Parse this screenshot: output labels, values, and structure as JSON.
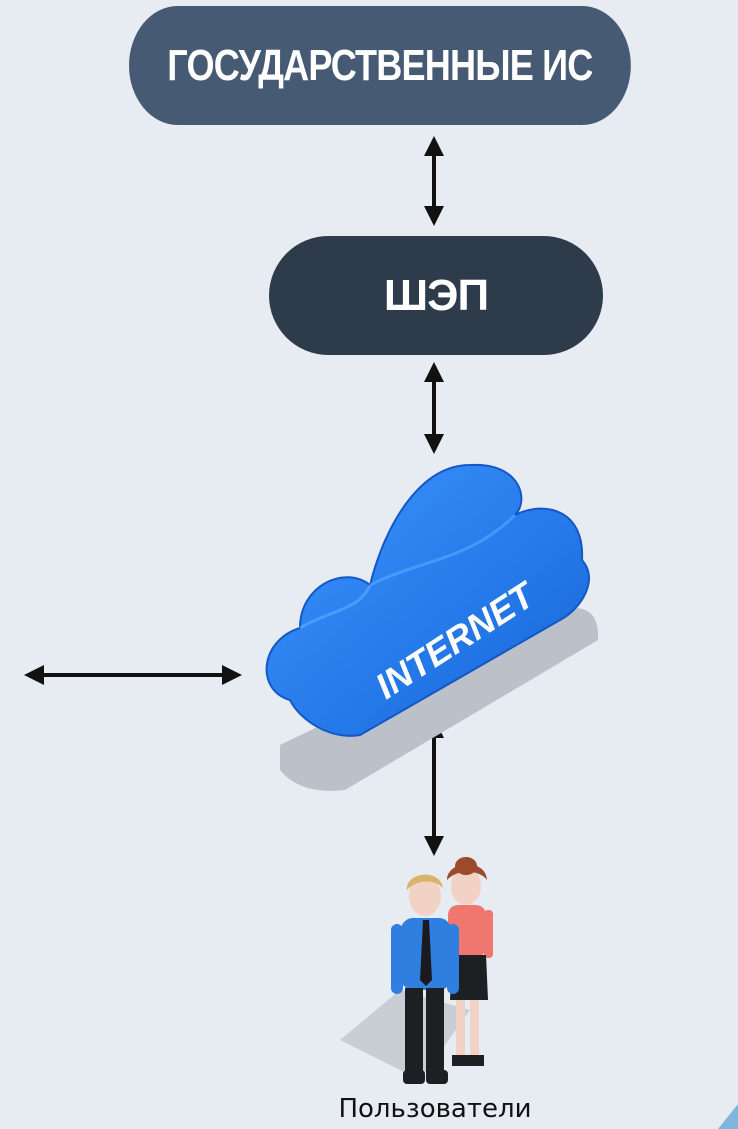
{
  "nodes": {
    "gov_is": "ГОСУДАРСТВЕННЫЕ ИС",
    "shep": "ШЭП",
    "internet": "INTERNET",
    "users": "Пользователи"
  },
  "colors": {
    "background": "#e7ebf2",
    "gov_is_fill": "#475a74",
    "shep_fill": "#2d3b4b",
    "cloud_fill": "#1f78e8",
    "arrow": "#111111"
  }
}
